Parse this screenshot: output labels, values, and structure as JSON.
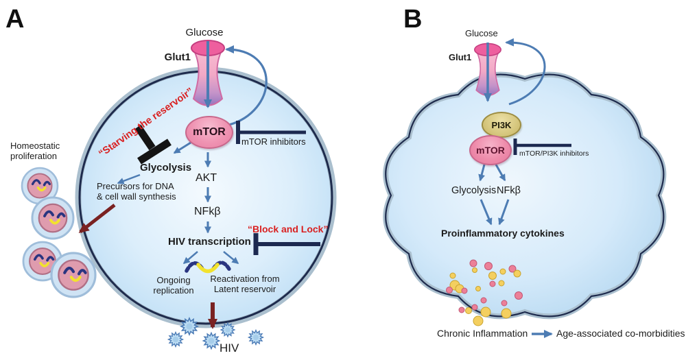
{
  "a": {
    "panel_label": "A",
    "glucose": "Glucose",
    "glut1": "Glut1",
    "mtor": "mTOR",
    "mtor_inhibitors": "mTOR inhibitors",
    "starving_quote": "“Starving the reservoir”",
    "glycolysis": "Glycolysis",
    "precursors": "Precursors for DNA\n& cell wall synthesis",
    "homeostatic": "Homeostatic\nproliferation",
    "akt": "AKT",
    "nfkb": "NFkβ",
    "hiv_transcription": "HIV transcription",
    "block_and_lock": "“Block and Lock”",
    "ongoing_replication": "Ongoing\nreplication",
    "reactivation": "Reactivation from\nLatent reservoir",
    "hiv": "HIV"
  },
  "b": {
    "panel_label": "B",
    "glucose": "Glucose",
    "glut1": "Glut1",
    "pi3k": "PI3K",
    "mtor": "mTOR",
    "inhibitors": "mTOR/PI3K inhibitors",
    "glycolysis": "Glycolysis",
    "nfkb": "NFkβ",
    "proinflammatory_cytokines": "Proinflammatory cytokines",
    "chronic_inflammation": "Chronic Inflammation",
    "age_comorbidities": "Age-associated co-morbidities"
  },
  "colors": {
    "cell_fill_light_blue": "#d9ecfa",
    "membrane_outer_gray": "#aabfce",
    "membrane_inner_navy": "#1e2b4d",
    "arrow_blue": "#4d7cb3",
    "inhibitor_bar_navy": "#1c2950",
    "emphasis_red": "#d92020",
    "maroon_arrow": "#7a2222",
    "mtor_oval_pink": "#ef93b2",
    "pi3k_oval_khaki": "#d6c77e",
    "glut1_pink": "#ee5f9e",
    "virus_blue": "#bcdcf3",
    "cytokine_pink": "#ec8098",
    "cytokine_yellow": "#f4cf5f",
    "provirus_navy": "#2a3580",
    "provirus_yellow": "#f2e22e"
  }
}
